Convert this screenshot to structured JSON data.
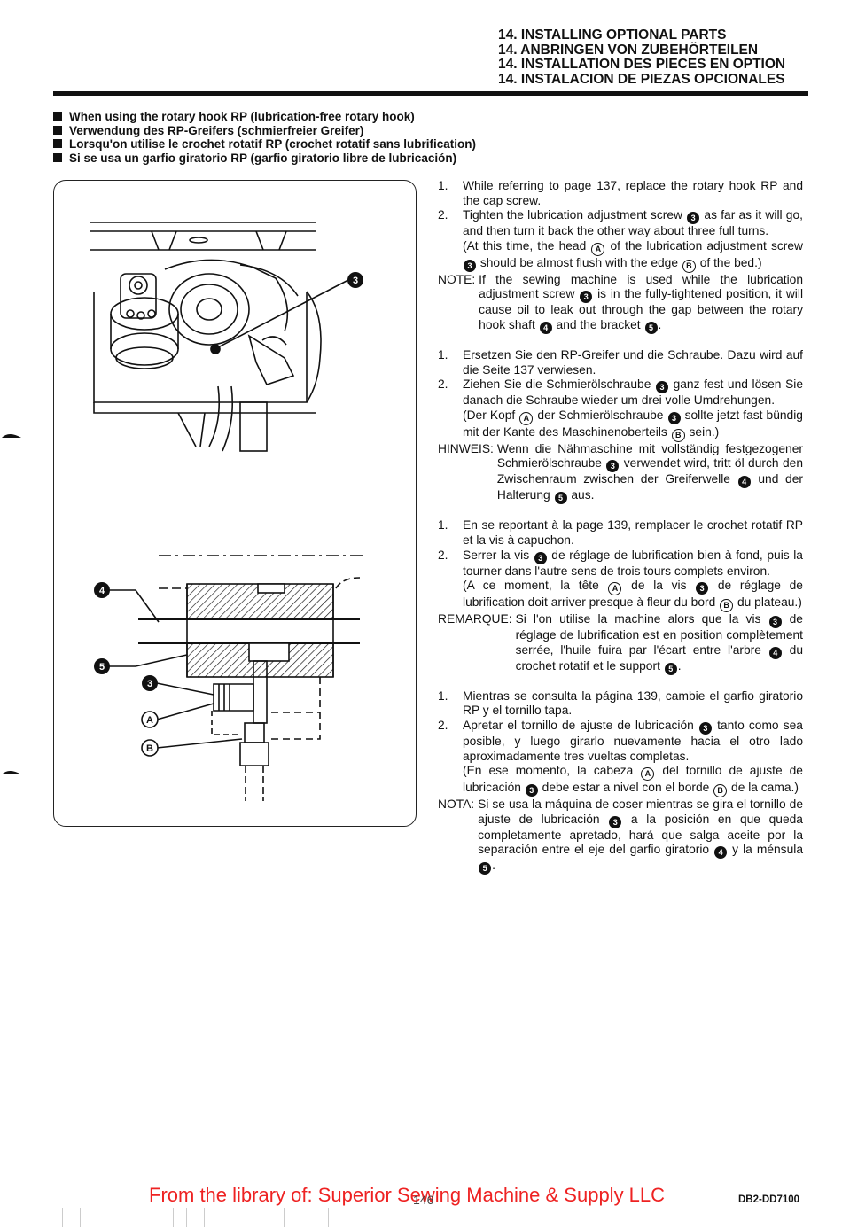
{
  "header": {
    "titles": [
      "14. INSTALLING OPTIONAL PARTS",
      "14. ANBRINGEN VON ZUBEHÖRTEILEN",
      "14. INSTALLATION DES PIECES EN OPTION",
      "14. INSTALACION DE PIEZAS OPCIONALES"
    ]
  },
  "subtitles": [
    "When using the rotary hook RP (lubrication-free rotary hook)",
    "Verwendung des RP-Greifers (schmierfreier Greifer)",
    "Lorsqu'on utilise le crochet rotatif RP (crochet rotatif sans lubrification)",
    "Si se usa un garfio giratorio RP (garfio giratorio libre de lubricación)"
  ],
  "figure": {
    "labels": {
      "screw": "3",
      "shaft": "4",
      "bracket": "5",
      "head": "A",
      "edge": "B"
    }
  },
  "en": {
    "s1_num": "1.",
    "s1_text": "While referring to page 137, replace the rotary hook RP and the cap screw.",
    "s2_num": "2.",
    "s2_a": "Tighten the lubrication adjustment screw",
    "s2_b": "as far as it will go, and then turn it back the other way about three full turns.",
    "s2_c": "(At this time, the head",
    "s2_d": "of the lubrication adjustment screw",
    "s2_e": "should be almost flush with the edge",
    "s2_f": "of the bed.)",
    "note_label": "NOTE:",
    "note_a": "If the sewing machine is used while the lubrication adjustment screw",
    "note_b": "is in the fully-tightened position, it will cause oil to leak out through the gap between the rotary hook shaft",
    "note_c": "and the bracket",
    "note_d": "."
  },
  "de": {
    "s1_num": "1.",
    "s1_text": "Ersetzen Sie den RP-Greifer und die Schraube. Dazu wird auf die Seite 137 verwiesen.",
    "s2_num": "2.",
    "s2_a": "Ziehen Sie die Schmierölschraube",
    "s2_b": "ganz fest und lösen Sie danach die Schraube wieder um drei volle Umdrehungen.",
    "s2_c": "(Der Kopf",
    "s2_d": "der Schmierölschraube",
    "s2_e": "sollte jetzt fast bündig mit der Kante des Maschinenoberteils",
    "s2_f": "sein.)",
    "note_label": "HINWEIS:",
    "note_a": "Wenn die Nähmaschine mit vollständig festgezogener Schmierölschraube",
    "note_b": "verwendet wird, tritt öl durch den Zwischenraum zwischen der Greiferwelle",
    "note_c": "und der Halterung",
    "note_d": "aus."
  },
  "fr": {
    "s1_num": "1.",
    "s1_text": "En se reportant à la page 139, remplacer le crochet rotatif RP et la vis à capuchon.",
    "s2_num": "2.",
    "s2_a": "Serrer la vis",
    "s2_b": "de réglage de lubrification bien à fond, puis la tourner dans l'autre sens de trois tours complets environ.",
    "s2_c": "(A ce moment, la tête",
    "s2_d": "de la vis",
    "s2_e": "de réglage de lubrification doit arriver presque à fleur du bord",
    "s2_f": "du plateau.)",
    "note_label": "REMARQUE:",
    "note_a": "Si l'on utilise la machine alors que la vis",
    "note_b": "de réglage de lubrification est en position complètement serrée, l'huile fuira par l'écart entre l'arbre",
    "note_c": "du crochet rotatif et le support",
    "note_d": "."
  },
  "es": {
    "s1_num": "1.",
    "s1_text": "Mientras se consulta la página 139, cambie el garfio giratorio RP y el tornillo tapa.",
    "s2_num": "2.",
    "s2_a": "Apretar el tornillo de ajuste de lubricación",
    "s2_b": "tanto como sea posible, y luego girarlo nuevamente hacia el otro lado aproximadamente tres vueltas completas.",
    "s2_c": "(En ese momento, la cabeza",
    "s2_d": "del tornillo de ajuste de lubricación",
    "s2_e": "debe estar a nivel con el borde",
    "s2_f": "de la cama.)",
    "note_label": "NOTA:",
    "note_a": "Si se usa la máquina de coser mientras se gira el tornillo de ajuste de lubricación",
    "note_b": "a la posición en que queda completamente apretado, hará que salga aceite por la separación entre el eje del garfio giratorio",
    "note_c": "y la ménsula",
    "note_d": "."
  },
  "footer": {
    "library": "From the library of: Superior Sewing Machine & Supply LLC",
    "page": "146",
    "code": "DB2-DD7100"
  }
}
